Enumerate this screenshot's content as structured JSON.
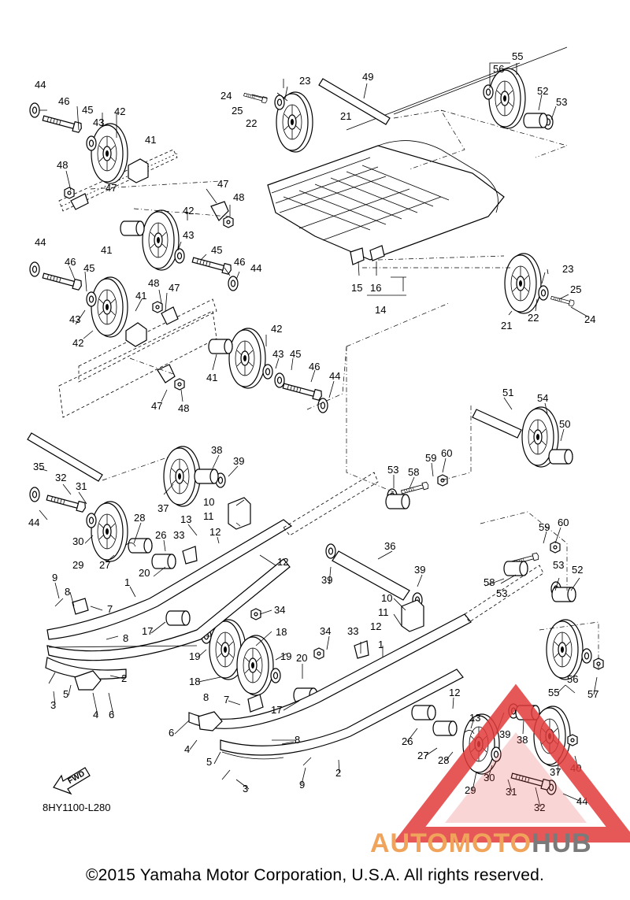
{
  "diagram": {
    "drawing_code": "8HY1100-L280",
    "copyright": "©2015 Yamaha Motor Corporation, U.S.A. All rights reserved.",
    "fwd_label": "FWD",
    "watermark": {
      "part1": "AUTOMOTO",
      "part2": "HUB",
      "color1": "#f0a35a",
      "color2": "#7a7a7a",
      "logo_color": "#e23b3b"
    },
    "callouts": [
      {
        "text": "44"
      },
      {
        "text": "46"
      },
      {
        "text": "45"
      },
      {
        "text": "42"
      },
      {
        "text": "43"
      },
      {
        "text": "41"
      },
      {
        "text": "48"
      },
      {
        "text": "47"
      },
      {
        "text": "24"
      },
      {
        "text": "23"
      },
      {
        "text": "25"
      },
      {
        "text": "22"
      },
      {
        "text": "21"
      },
      {
        "text": "49"
      },
      {
        "text": "55"
      },
      {
        "text": "56"
      },
      {
        "text": "52"
      },
      {
        "text": "53"
      },
      {
        "text": "47"
      },
      {
        "text": "48"
      },
      {
        "text": "42"
      },
      {
        "text": "43"
      },
      {
        "text": "41"
      },
      {
        "text": "44"
      },
      {
        "text": "46"
      },
      {
        "text": "45"
      },
      {
        "text": "45"
      },
      {
        "text": "46"
      },
      {
        "text": "44"
      },
      {
        "text": "15"
      },
      {
        "text": "16"
      },
      {
        "text": "14"
      },
      {
        "text": "21"
      },
      {
        "text": "23"
      },
      {
        "text": "22"
      },
      {
        "text": "25"
      },
      {
        "text": "24"
      },
      {
        "text": "48"
      },
      {
        "text": "47"
      },
      {
        "text": "41"
      },
      {
        "text": "43"
      },
      {
        "text": "42"
      },
      {
        "text": "42"
      },
      {
        "text": "43"
      },
      {
        "text": "45"
      },
      {
        "text": "41"
      },
      {
        "text": "46"
      },
      {
        "text": "44"
      },
      {
        "text": "47"
      },
      {
        "text": "48"
      },
      {
        "text": "51"
      },
      {
        "text": "54"
      },
      {
        "text": "50"
      },
      {
        "text": "35"
      },
      {
        "text": "38"
      },
      {
        "text": "39"
      },
      {
        "text": "32"
      },
      {
        "text": "31"
      },
      {
        "text": "37"
      },
      {
        "text": "44"
      },
      {
        "text": "10"
      },
      {
        "text": "11"
      },
      {
        "text": "53"
      },
      {
        "text": "58"
      },
      {
        "text": "59"
      },
      {
        "text": "60"
      },
      {
        "text": "28"
      },
      {
        "text": "13"
      },
      {
        "text": "12"
      },
      {
        "text": "30"
      },
      {
        "text": "26"
      },
      {
        "text": "33"
      },
      {
        "text": "29"
      },
      {
        "text": "27"
      },
      {
        "text": "12"
      },
      {
        "text": "20"
      },
      {
        "text": "59"
      },
      {
        "text": "60"
      },
      {
        "text": "36"
      },
      {
        "text": "39"
      },
      {
        "text": "9"
      },
      {
        "text": "1"
      },
      {
        "text": "53"
      },
      {
        "text": "52"
      },
      {
        "text": "39"
      },
      {
        "text": "58"
      },
      {
        "text": "53"
      },
      {
        "text": "8"
      },
      {
        "text": "7"
      },
      {
        "text": "34"
      },
      {
        "text": "10"
      },
      {
        "text": "17"
      },
      {
        "text": "8"
      },
      {
        "text": "11"
      },
      {
        "text": "18"
      },
      {
        "text": "33"
      },
      {
        "text": "34"
      },
      {
        "text": "12"
      },
      {
        "text": "1"
      },
      {
        "text": "19"
      },
      {
        "text": "19"
      },
      {
        "text": "18"
      },
      {
        "text": "20"
      },
      {
        "text": "2"
      },
      {
        "text": "3"
      },
      {
        "text": "5"
      },
      {
        "text": "4"
      },
      {
        "text": "6"
      },
      {
        "text": "17"
      },
      {
        "text": "56"
      },
      {
        "text": "57"
      },
      {
        "text": "55"
      },
      {
        "text": "7"
      },
      {
        "text": "8"
      },
      {
        "text": "12"
      },
      {
        "text": "13"
      },
      {
        "text": "39"
      },
      {
        "text": "38"
      },
      {
        "text": "6"
      },
      {
        "text": "4"
      },
      {
        "text": "8"
      },
      {
        "text": "26"
      },
      {
        "text": "5"
      },
      {
        "text": "27"
      },
      {
        "text": "28"
      },
      {
        "text": "37"
      },
      {
        "text": "40"
      },
      {
        "text": "9"
      },
      {
        "text": "2"
      },
      {
        "text": "3"
      },
      {
        "text": "29"
      },
      {
        "text": "30"
      },
      {
        "text": "31"
      },
      {
        "text": "32"
      },
      {
        "text": "44"
      }
    ]
  }
}
